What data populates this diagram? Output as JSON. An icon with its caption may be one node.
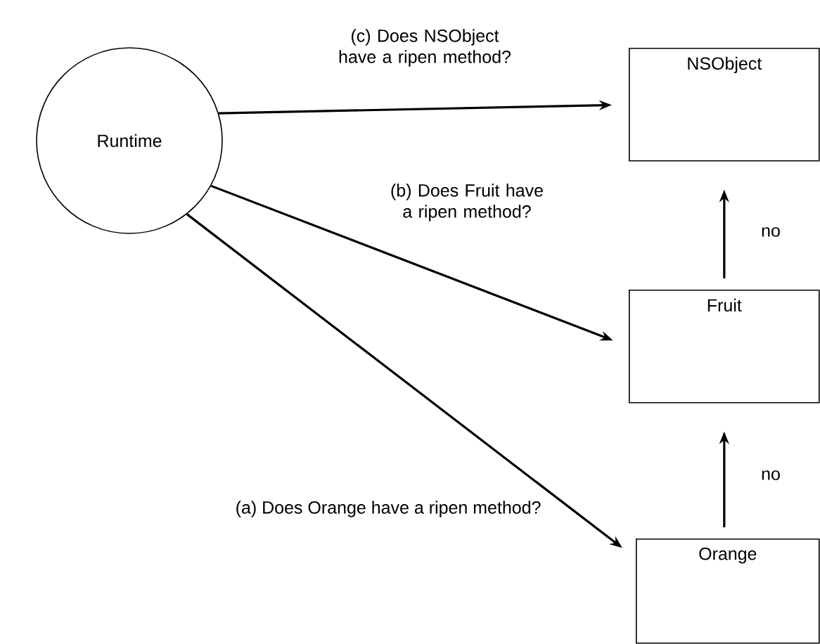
{
  "diagram": {
    "nodes": [
      {
        "text": [
          "Runtime"
        ]
      },
      {
        "text": [
          "NSObject"
        ]
      },
      {
        "text": [
          "Fruit"
        ]
      },
      {
        "text": [
          "Orange"
        ]
      }
    ],
    "edges": [
      {
        "from": 0,
        "to": 1,
        "arrow": "to",
        "label": "(c) Does NSObject have a ripen method?"
      },
      {
        "from": 0,
        "to": 2,
        "arrow": "to",
        "label": "(b) Does Fruit have a ripen method?"
      },
      {
        "from": 0,
        "to": 3,
        "arrow": "to",
        "label": "(a) Does Orange have a ripen method?"
      },
      {
        "from": 2,
        "to": 1,
        "arrow": "to",
        "label": "no"
      },
      {
        "from": 3,
        "to": 2,
        "arrow": "to",
        "label": "no"
      }
    ]
  }
}
